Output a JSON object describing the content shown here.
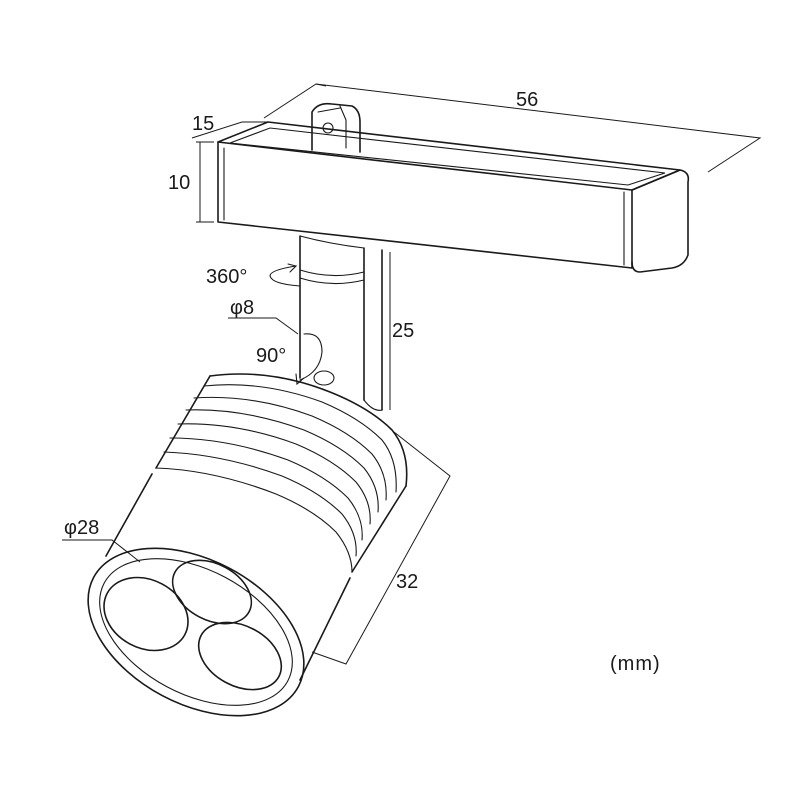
{
  "drawing": {
    "dimensions": {
      "track_length": "56",
      "track_depth": "15",
      "track_height": "10",
      "swivel_rotation": "360°",
      "stem_diameter": "φ8",
      "tilt_angle": "90°",
      "stem_length": "25",
      "head_diameter": "φ28",
      "head_length": "32"
    },
    "units": "(mm)",
    "colors": {
      "line": "#1a1a1a",
      "background": "#ffffff"
    }
  }
}
